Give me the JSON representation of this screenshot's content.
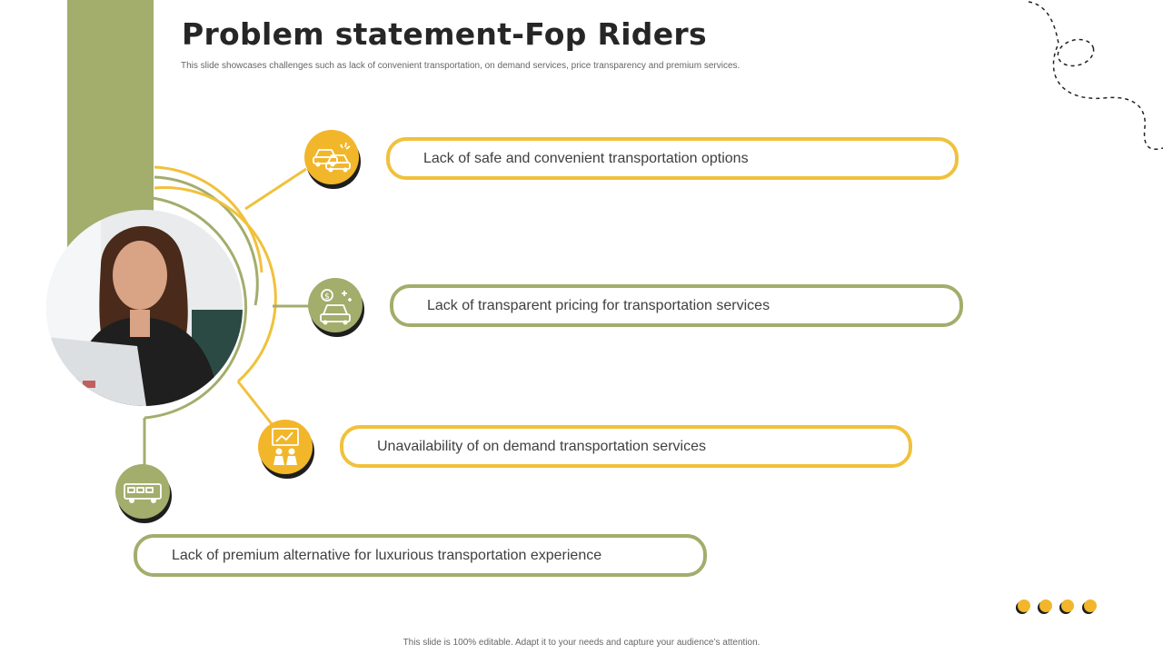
{
  "slide": {
    "title": "Problem statement-Fop Riders",
    "subtitle": "This slide showcases challenges such as lack of convenient transportation, on demand services, price transparency and premium services.",
    "footer": "This slide is 100% editable. Adapt it to your needs and capture your audience’s attention."
  },
  "problems": [
    {
      "text": "Lack of safe and convenient transportation options",
      "icon": "car-crash-icon",
      "color": "#f2b62a"
    },
    {
      "text": "Lack of transparent pricing for transportation services",
      "icon": "car-money-icon",
      "color": "#a3ad6c"
    },
    {
      "text": "Unavailability of on demand transportation services",
      "icon": "people-demand-icon",
      "color": "#f2b62a"
    },
    {
      "text": "Lack of premium alternative for luxurious transportation experience",
      "icon": "camper-van-icon",
      "color": "#a3ad6c"
    }
  ],
  "colors": {
    "accent_yellow": "#f2b62a",
    "accent_olive": "#a3ad6c",
    "pill_yellow": "#f0c13b"
  }
}
